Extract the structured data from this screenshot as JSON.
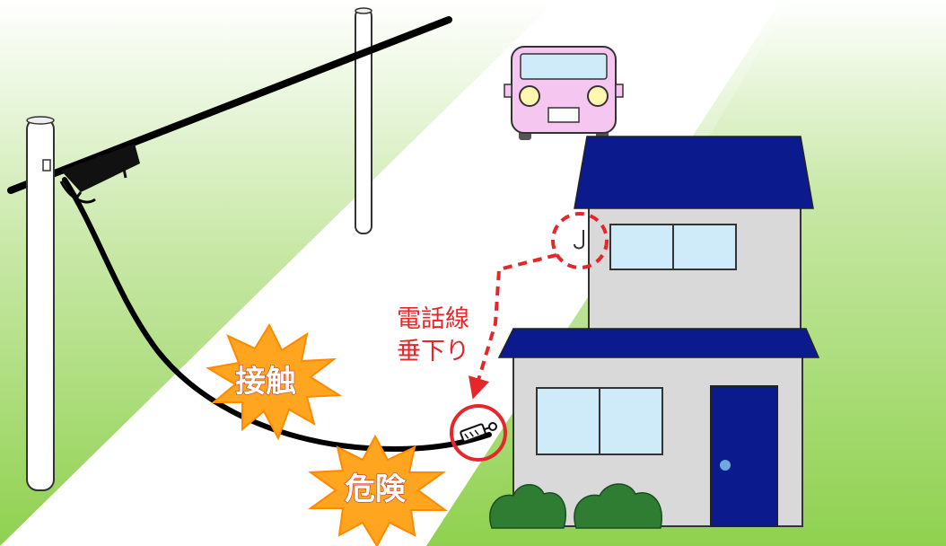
{
  "illustration": {
    "burst_contact": "接触",
    "burst_danger": "危険",
    "callout_line1": "電話線",
    "callout_line2": "垂下り"
  },
  "colors": {
    "grass": "#8fd14f",
    "road": "#ffffff",
    "roof": "#0b1a8c",
    "wall": "#d9d9d9",
    "window": "#cfeaf9",
    "door": "#0b1a8c",
    "car_body": "#f5c6ef",
    "burst": "#ffa51f",
    "alert_red": "#e6262b",
    "cable": "#000000",
    "bush": "#2e7d32"
  },
  "icons": {
    "house": "house-icon",
    "car": "car-icon",
    "utility_pole": "utility-pole-icon",
    "bush": "bush-icon",
    "burst": "explosion-burst-icon",
    "hook": "wall-hook-icon",
    "connector": "cable-connector-icon"
  }
}
